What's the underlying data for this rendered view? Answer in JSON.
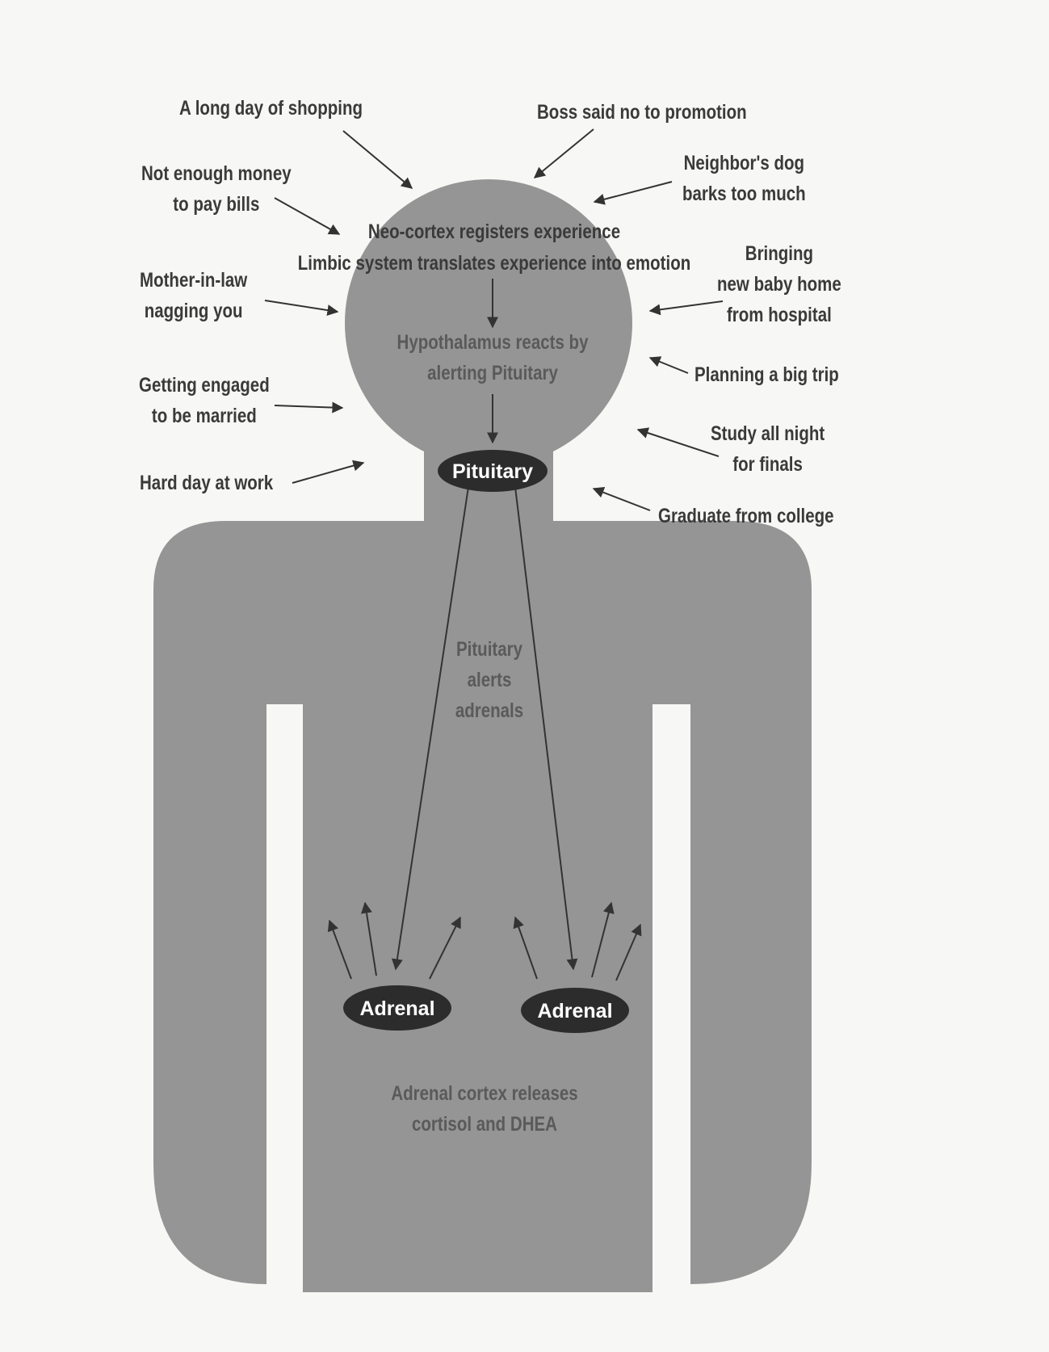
{
  "stressors": {
    "shopping": "A long day of shopping",
    "promotion": "Boss said no to promotion",
    "money_1": "Not enough money",
    "money_2": "to pay bills",
    "dog_1": "Neighbor's dog",
    "dog_2": "barks too much",
    "motherinlaw_1": "Mother-in-law",
    "motherinlaw_2": "nagging you",
    "baby_1": "Bringing",
    "baby_2": "new baby home",
    "baby_3": "from hospital",
    "trip": "Planning a big trip",
    "engaged_1": "Getting engaged",
    "engaged_2": "to be married",
    "study_1": "Study all night",
    "study_2": "for finals",
    "work": "Hard day at work",
    "graduate": "Graduate from college"
  },
  "brain": {
    "neocortex": "Neo-cortex registers experience",
    "limbic": "Limbic system translates experience into emotion",
    "hypothalamus_1": "Hypothalamus reacts by",
    "hypothalamus_2": "alerting Pituitary"
  },
  "nodes": {
    "pituitary": "Pituitary",
    "adrenal_left": "Adrenal",
    "adrenal_right": "Adrenal"
  },
  "body_text": {
    "alerts_1": "Pituitary",
    "alerts_2": "alerts",
    "alerts_3": "adrenals",
    "release_1": "Adrenal cortex releases",
    "release_2": "cortisol and DHEA"
  },
  "colors": {
    "figure_fill": "#959595",
    "node_fill": "#2c2c2c",
    "arrow": "#333333",
    "background": "#f7f7f5"
  }
}
